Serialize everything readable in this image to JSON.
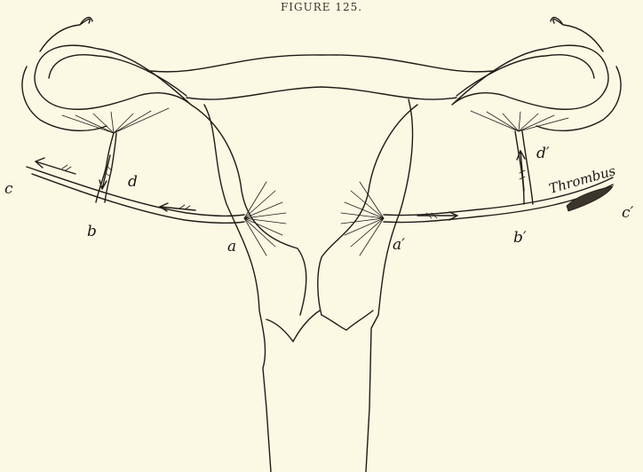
{
  "figure": {
    "caption": "FIGURE 125."
  },
  "labels": {
    "a": "a",
    "b": "b",
    "c": "c",
    "d": "d",
    "a_prime": "a′",
    "b_prime": "b′",
    "c_prime": "c′",
    "d_prime": "d′",
    "thrombus": "Thrombus"
  },
  "colors": {
    "paper": "#fbf8e4",
    "ink": "#1f1c17"
  }
}
